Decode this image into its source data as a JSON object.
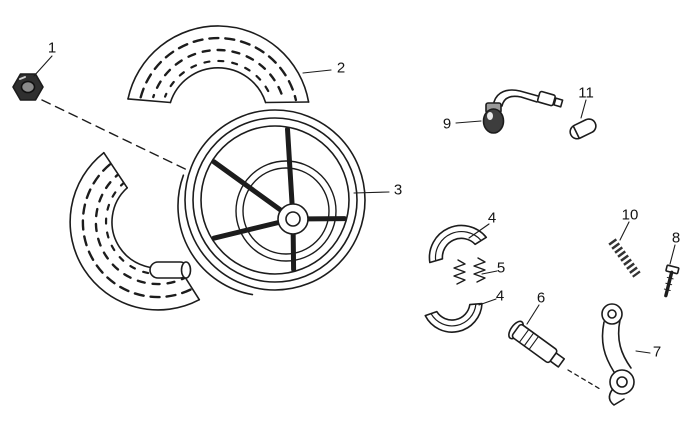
{
  "page": {
    "background": "#ffffff",
    "ink": "#1c1c1c"
  },
  "callouts": [
    {
      "label": "1",
      "part": "axle-nut"
    },
    {
      "label": "2",
      "part": "tire-upper-half"
    },
    {
      "label": "3",
      "part": "front-wheel"
    },
    {
      "label": "4",
      "part": "brake-shoe-upper"
    },
    {
      "label": "5",
      "part": "brake-shoe-springs"
    },
    {
      "label": "4",
      "part": "brake-shoe-lower"
    },
    {
      "label": "6",
      "part": "brake-cam-spindle"
    },
    {
      "label": "7",
      "part": "brake-arm"
    },
    {
      "label": "8",
      "part": "brake-arm-bolt"
    },
    {
      "label": "9",
      "part": "speedometer-cable-elbow"
    },
    {
      "label": "10",
      "part": "cam-return-spring"
    },
    {
      "label": "11",
      "part": "cable-end-cap"
    }
  ]
}
